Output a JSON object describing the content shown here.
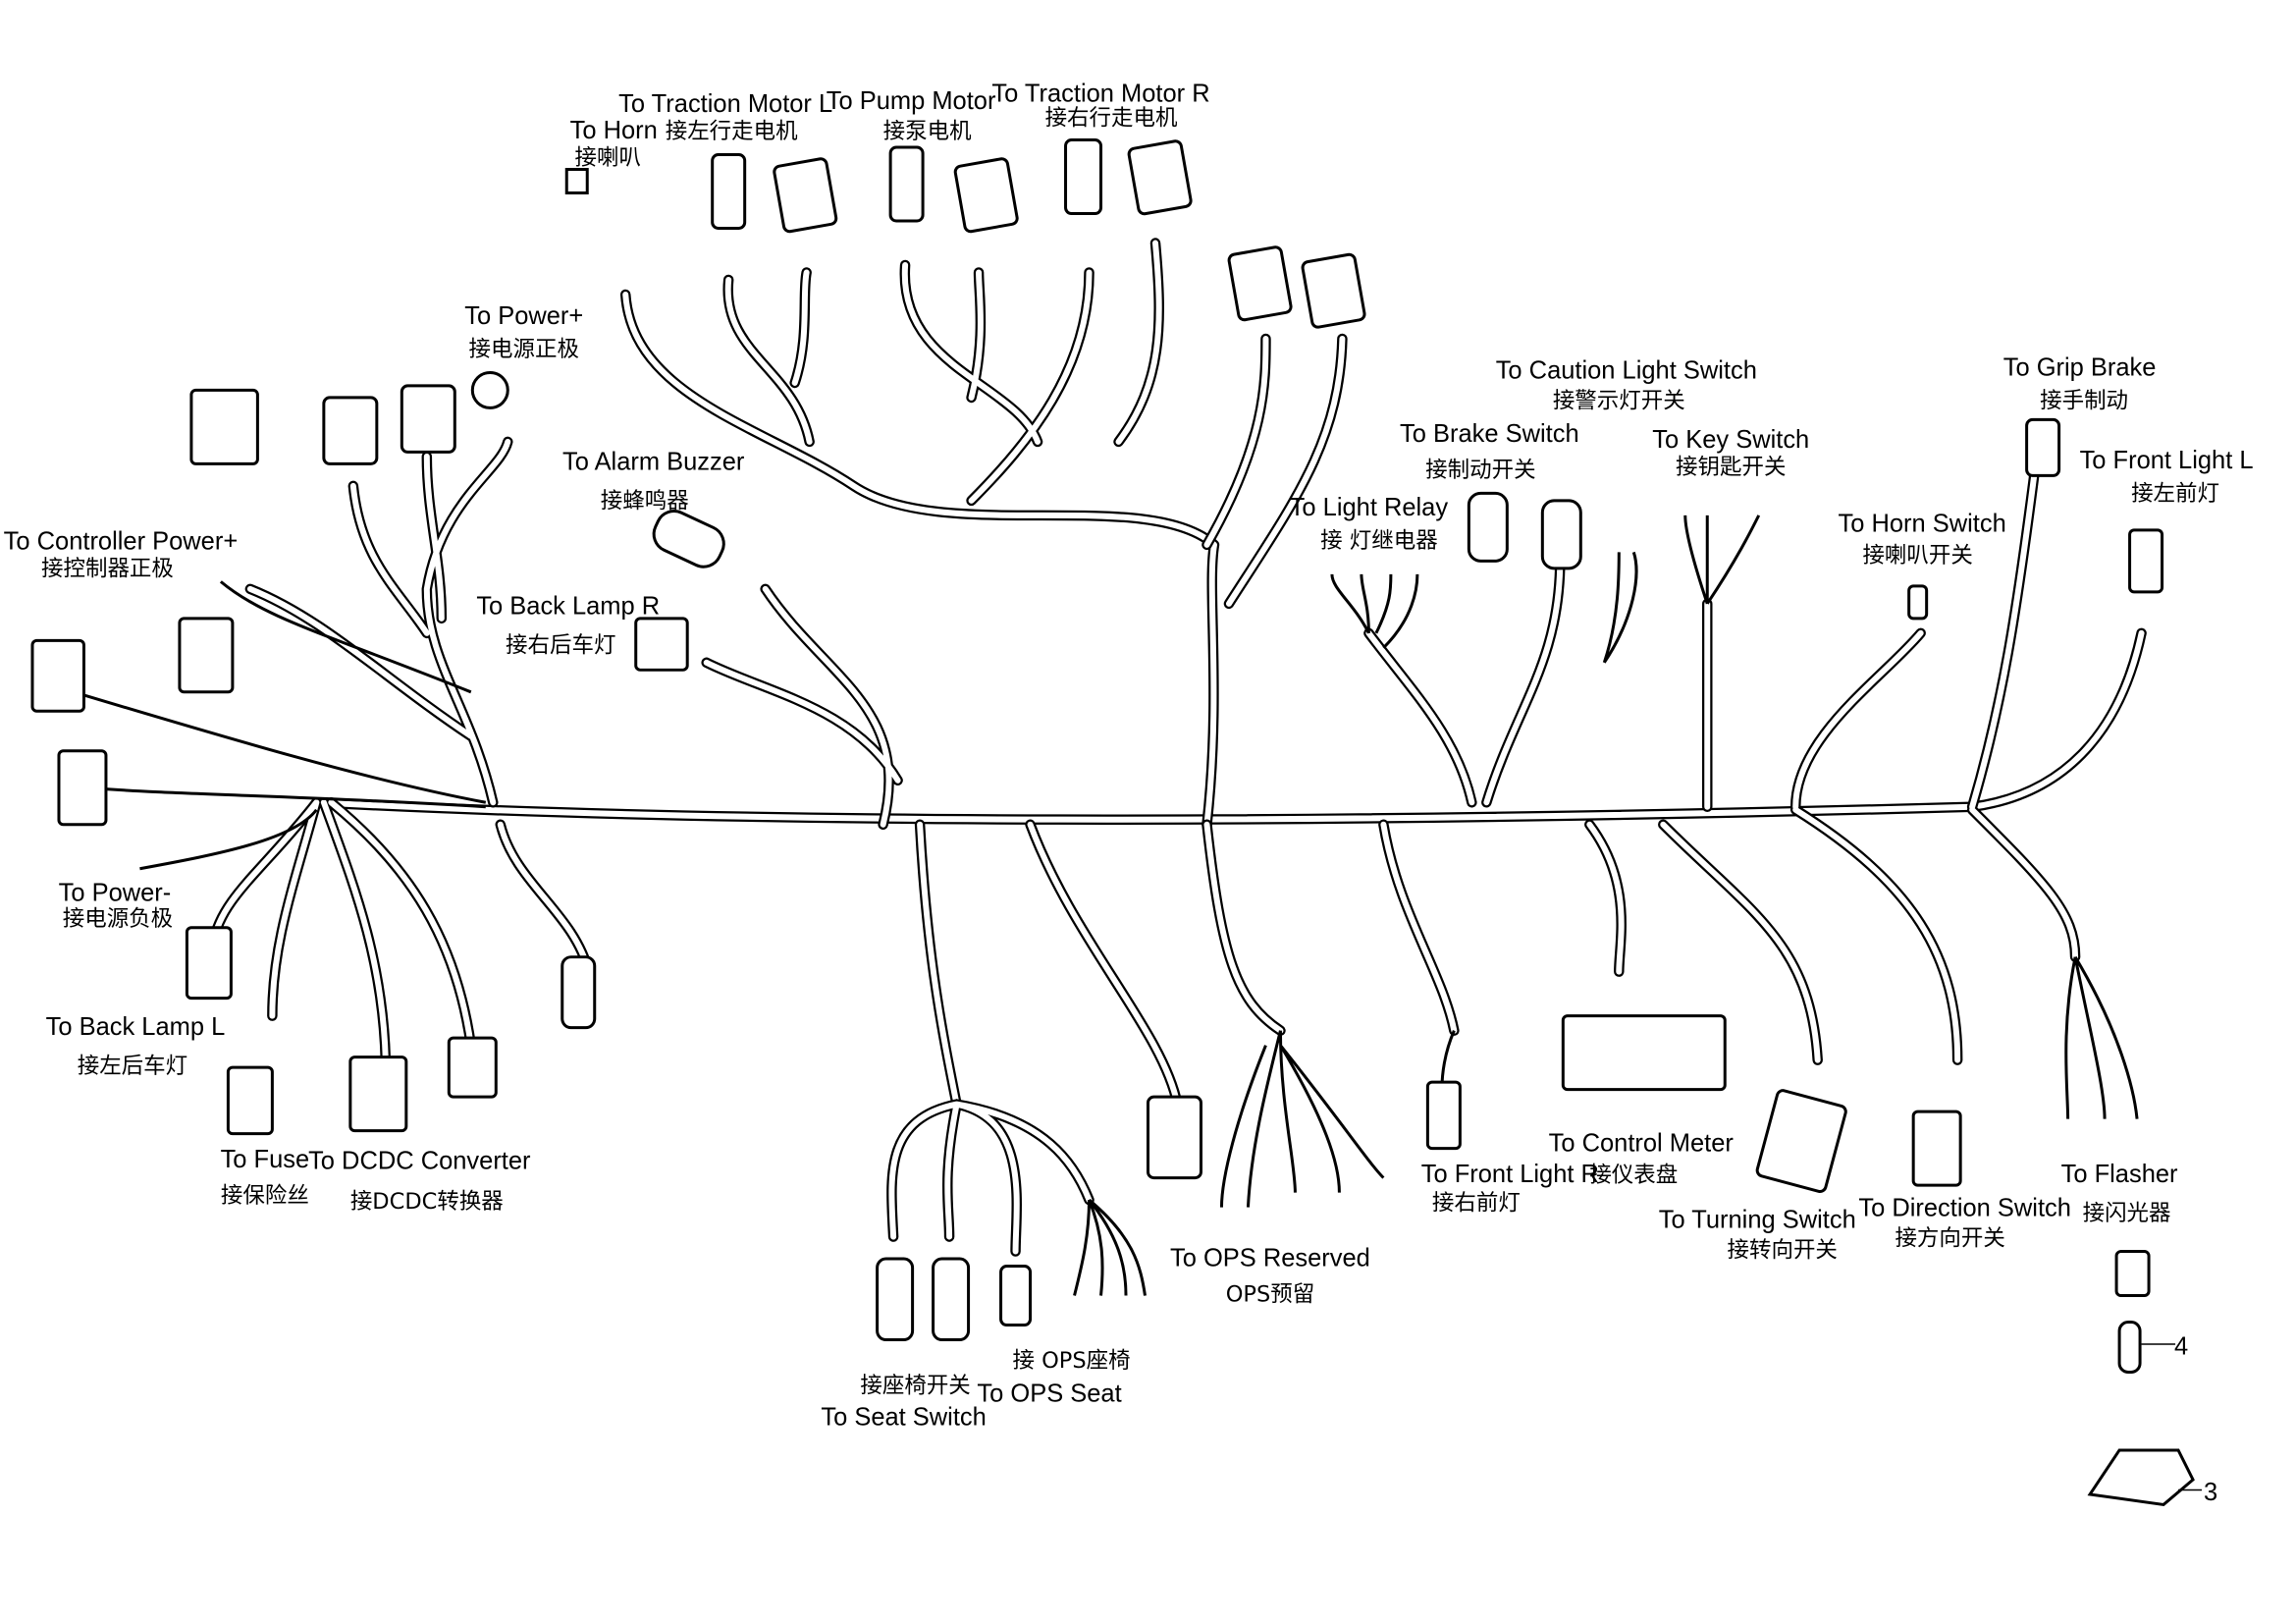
{
  "labels": {
    "horn": {
      "en": "To Horn",
      "zh": "接喇叭"
    },
    "traction_l": {
      "en": "To Traction Motor L",
      "zh": "接左行走电机"
    },
    "pump": {
      "en": "To Pump Motor",
      "zh": "接泵电机"
    },
    "traction_r": {
      "en": "To Traction Motor R",
      "zh": "接右行走电机"
    },
    "power_pos": {
      "en": "To Power+",
      "zh": "接电源正极"
    },
    "controller_power": {
      "en": "To Controller Power+",
      "zh": "接控制器正极"
    },
    "alarm": {
      "en": "To Alarm Buzzer",
      "zh": "接蜂鸣器"
    },
    "back_lamp_r": {
      "en": "To Back Lamp R",
      "zh": "接右后车灯"
    },
    "caution": {
      "en": "To Caution Light Switch",
      "zh": "接警示灯开关"
    },
    "brake_switch": {
      "en": "To Brake Switch",
      "zh": "接制动开关"
    },
    "key_switch": {
      "en": "To Key Switch",
      "zh": "接钥匙开关"
    },
    "light_relay": {
      "en": "To Light Relay",
      "zh": "接 灯继电器"
    },
    "grip_brake": {
      "en": "To Grip Brake",
      "zh": "接手制动"
    },
    "front_light_l": {
      "en": "To Front Light L",
      "zh": "接左前灯"
    },
    "horn_switch": {
      "en": "To Horn Switch",
      "zh": "接喇叭开关"
    },
    "power_neg": {
      "en": "To Power-",
      "zh": "接电源负极"
    },
    "back_lamp_l": {
      "en": "To Back Lamp L",
      "zh": "接左后车灯"
    },
    "fuse": {
      "en": "To Fuse",
      "zh": "接保险丝"
    },
    "dcdc": {
      "en": "To DCDC Converter",
      "zh": "接DCDC转换器"
    },
    "ops_reserved": {
      "en": "To OPS Reserved",
      "zh": "OPS预留"
    },
    "control_meter": {
      "en": "To Control Meter",
      "zh": "接仪表盘"
    },
    "front_light_r": {
      "en": "To Front Light R",
      "zh": "接右前灯"
    },
    "turning": {
      "en": "To Turning Switch",
      "zh": "接转向开关"
    },
    "direction": {
      "en": "To Direction Switch",
      "zh": "接方向开关"
    },
    "flasher": {
      "en": "To Flasher",
      "zh": "接闪光器"
    },
    "ops_seat": {
      "en": "To OPS Seat",
      "zh": "接 OPS座椅"
    },
    "seat_switch": {
      "en": "To Seat Switch",
      "zh": "接座椅开关"
    }
  },
  "callouts": {
    "item4": "4",
    "item3": "3"
  }
}
